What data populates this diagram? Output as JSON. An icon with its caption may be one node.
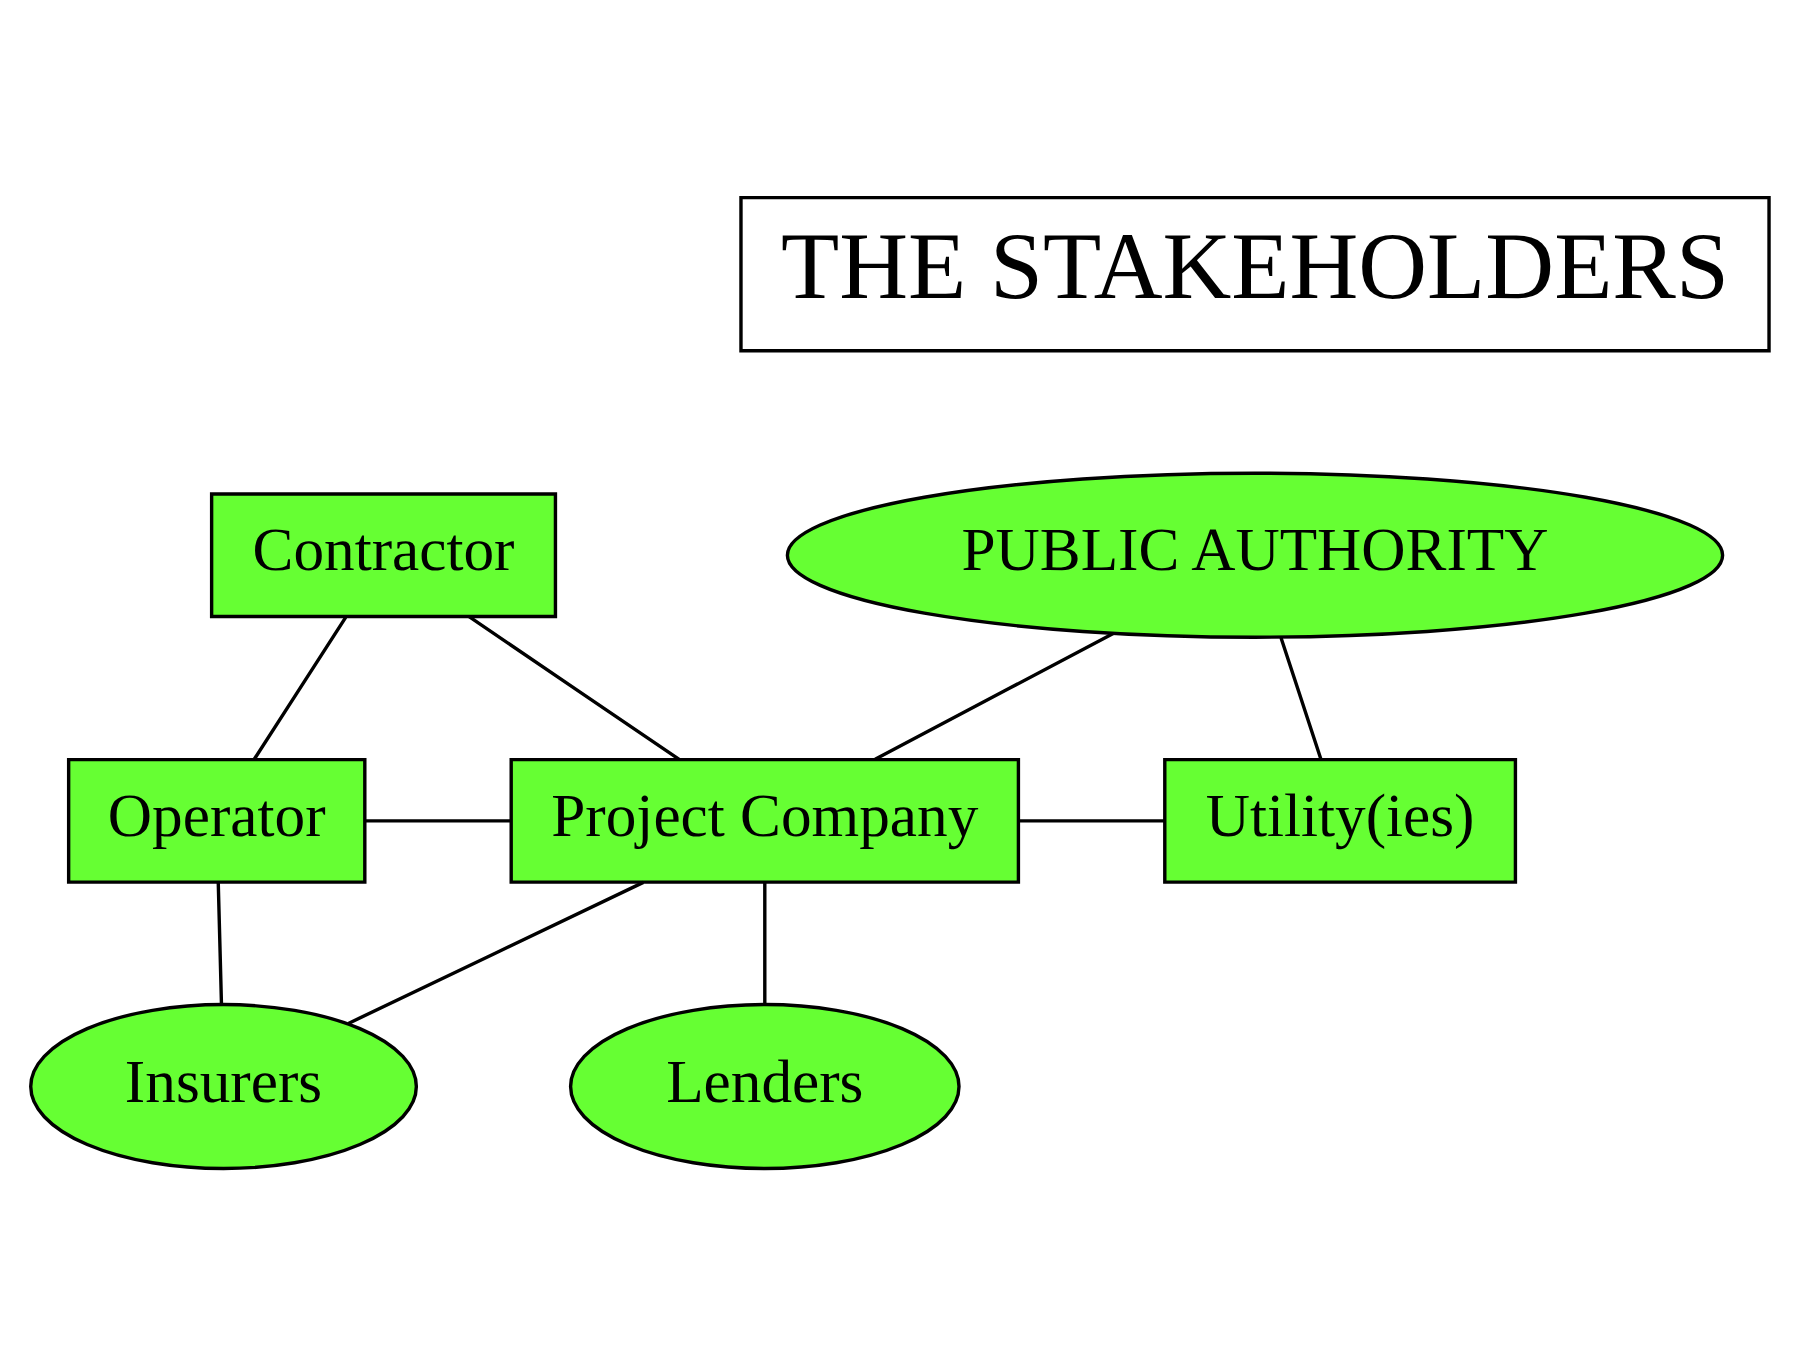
{
  "diagram": {
    "nodes": [
      {
        "text": [
          "THE STAKEHOLDERS"
        ]
      },
      {
        "text": [
          "PUBLIC AUTHORITY"
        ]
      },
      {
        "text": [
          "Contractor"
        ]
      },
      {
        "text": [
          "Operator"
        ]
      },
      {
        "text": [
          "Project Company"
        ]
      },
      {
        "text": [
          "Utility(ies)"
        ]
      },
      {
        "text": [
          "Lenders"
        ]
      },
      {
        "text": [
          "Insurers"
        ]
      }
    ],
    "edges": [
      {
        "from": 1,
        "to": 4,
        "arrow": "none"
      },
      {
        "from": 1,
        "to": 5,
        "arrow": "none"
      },
      {
        "from": 2,
        "to": 3,
        "arrow": "none"
      },
      {
        "from": 2,
        "to": 4,
        "arrow": "none"
      },
      {
        "from": 3,
        "to": 4,
        "arrow": "none"
      },
      {
        "from": 4,
        "to": 5,
        "arrow": "none"
      },
      {
        "from": 4,
        "to": 6,
        "arrow": "none"
      },
      {
        "from": 4,
        "to": 7,
        "arrow": "none"
      },
      {
        "from": 3,
        "to": 7,
        "arrow": "none"
      }
    ]
  }
}
